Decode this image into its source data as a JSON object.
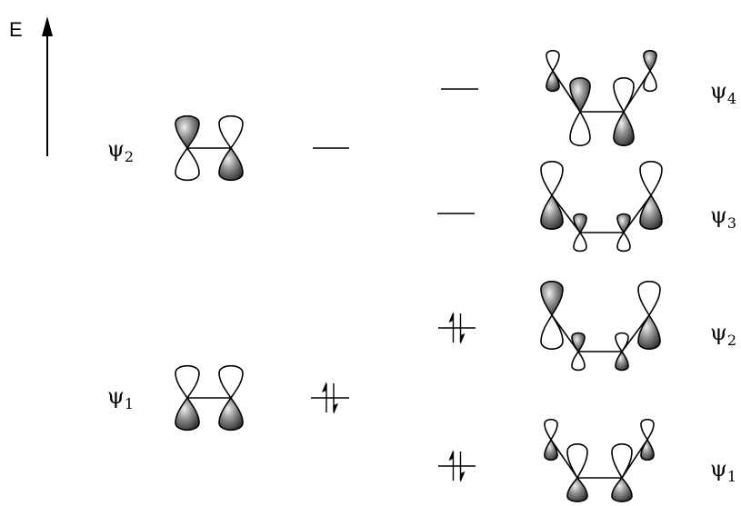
{
  "axis": {
    "label": "E"
  },
  "colors": {
    "shaded_lobe": "#9a9a9a",
    "shaded_lobe_light": "#e6e6e6",
    "line": "#000000"
  },
  "ethylene": {
    "psi2": {
      "symbol": "ψ",
      "subscript": "2",
      "occupancy": 0
    },
    "psi1": {
      "symbol": "ψ",
      "subscript": "1",
      "occupancy": 2
    }
  },
  "butadiene": {
    "psi4": {
      "symbol": "ψ",
      "subscript": "4",
      "occupancy": 0
    },
    "psi3": {
      "symbol": "ψ",
      "subscript": "3",
      "occupancy": 0
    },
    "psi2": {
      "symbol": "ψ",
      "subscript": "2",
      "occupancy": 2
    },
    "psi1": {
      "symbol": "ψ",
      "subscript": "1",
      "occupancy": 2
    }
  }
}
